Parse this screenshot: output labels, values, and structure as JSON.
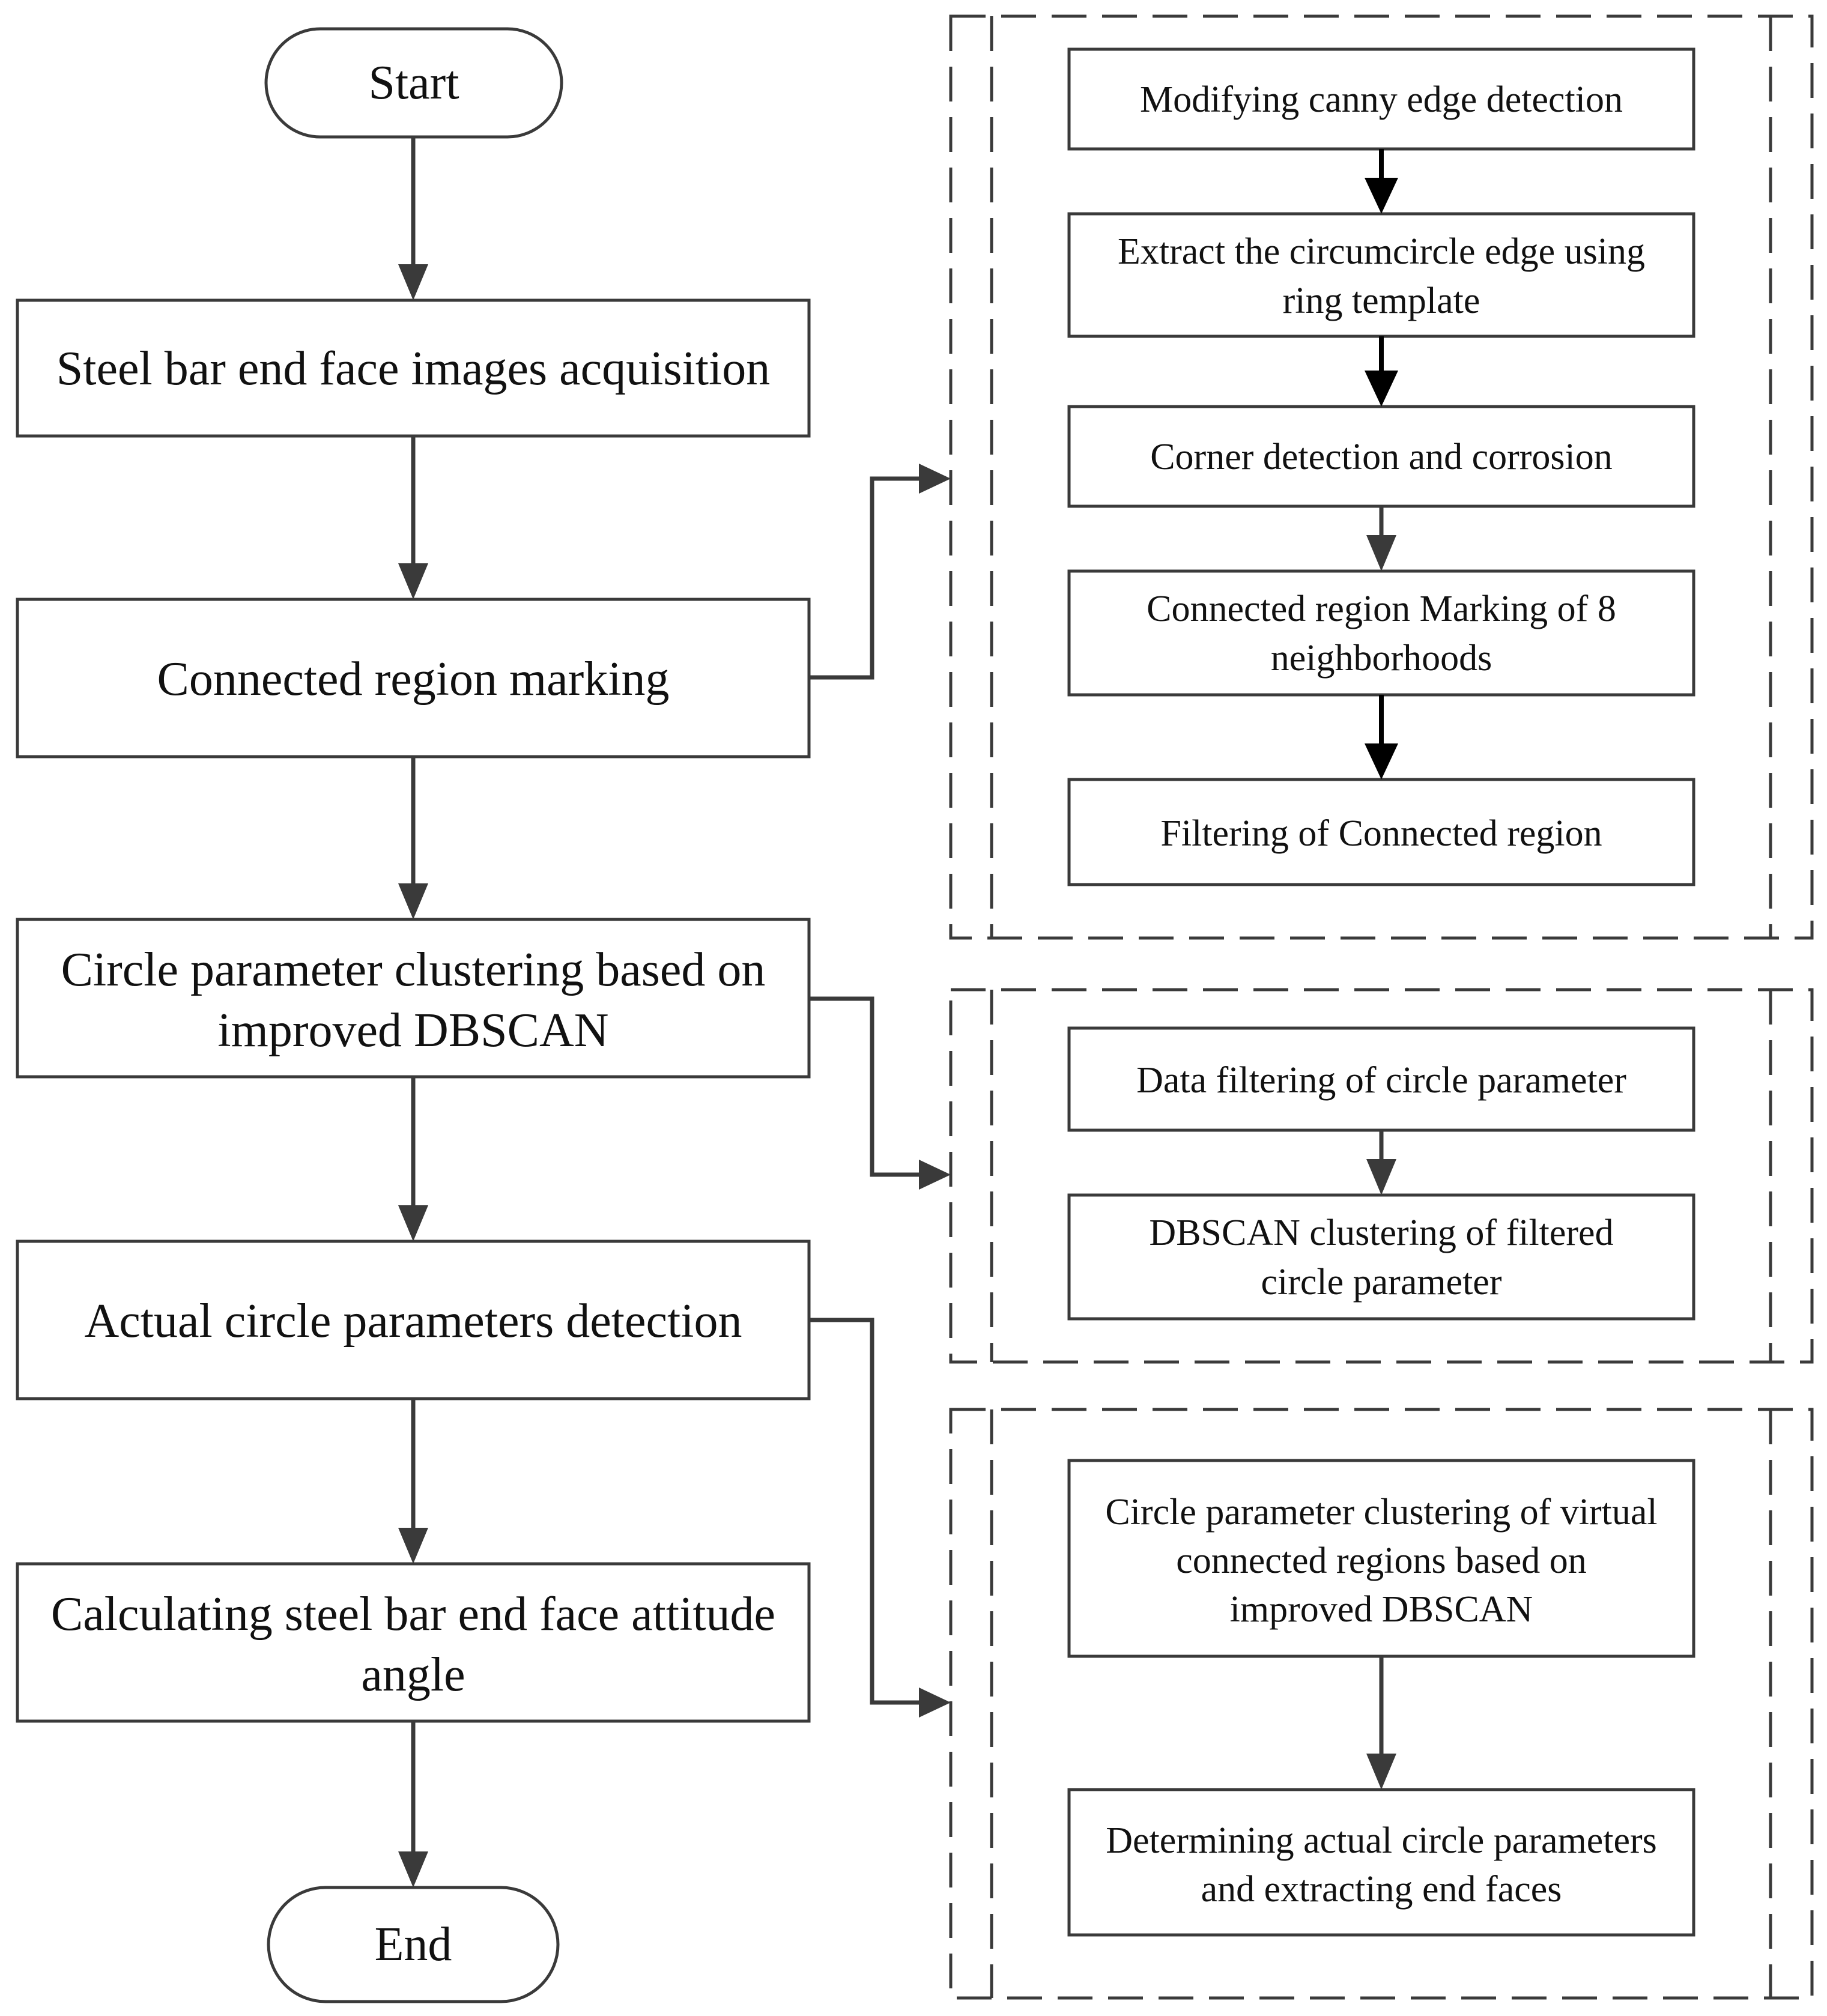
{
  "main_flow": {
    "start": "Start",
    "step1": "Steel bar end face images acquisition",
    "step2": "Connected region marking",
    "step3_line1": "Circle parameter clustering based on",
    "step3_line2": "improved DBSCAN",
    "step4": "Actual circle parameters detection",
    "step5_line1": "Calculating steel bar end face attitude",
    "step5_line2": "angle",
    "end": "End"
  },
  "group_marking": {
    "box1": "Modifying canny edge detection",
    "box2_line1": "Extract the circumcircle edge using",
    "box2_line2": "ring template",
    "box3": "Corner detection and corrosion",
    "box4_line1": "Connected region Marking of 8",
    "box4_line2": "neighborhoods",
    "box5": "Filtering of Connected region"
  },
  "group_clustering": {
    "box1": "Data filtering of circle parameter",
    "box2_line1": "DBSCAN clustering of filtered",
    "box2_line2": "circle parameter"
  },
  "group_detection": {
    "box1_line1": "Circle parameter clustering of virtual",
    "box1_line2": "connected regions based on",
    "box1_line3": "improved DBSCAN",
    "box2_line1": "Determining actual circle parameters",
    "box2_line2": "and extracting end faces"
  }
}
